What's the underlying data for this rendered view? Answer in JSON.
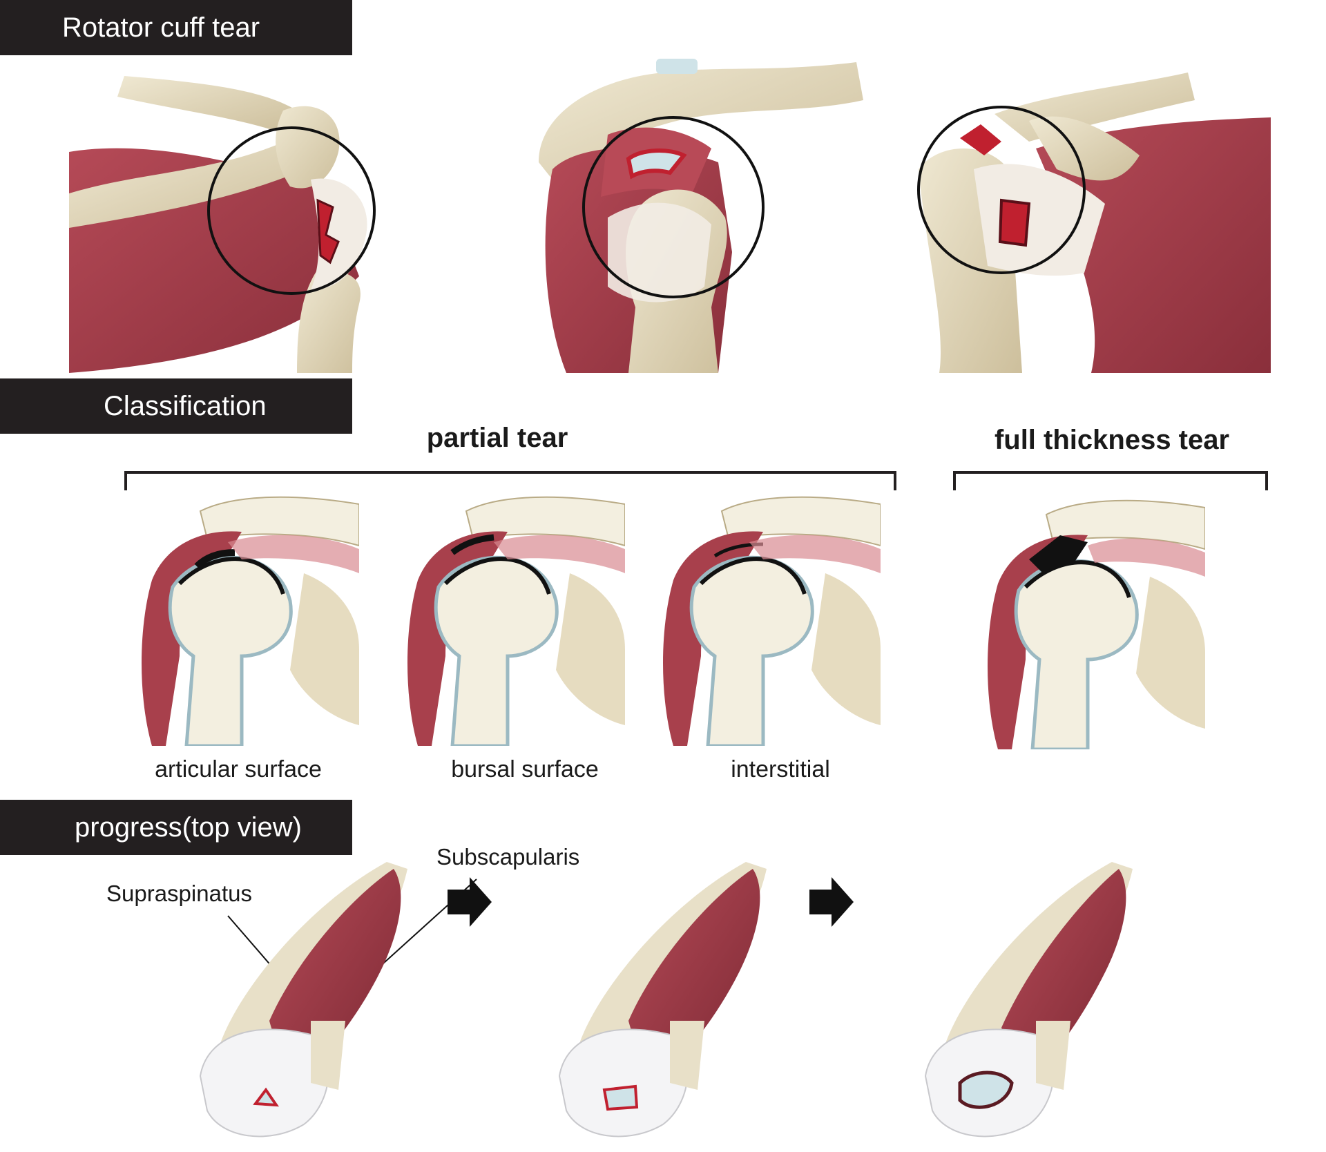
{
  "sections": {
    "rotator_cuff_tear": "Rotator cuff tear",
    "classification": "Classification",
    "progress_bold": "progress",
    "progress_light": "(top view)"
  },
  "classification": {
    "partial_title": "partial tear",
    "full_title": "full thickness tear",
    "captions": [
      "articular surface",
      "bursal surface",
      "interstitial"
    ]
  },
  "progress": {
    "labels": {
      "supraspinatus": "Supraspinatus",
      "subscapularis": "Subscapularis"
    }
  },
  "colors": {
    "muscle": "#a8404c",
    "muscle_dark": "#7e2a35",
    "bone": "#e8e0c8",
    "bone_shade": "#cfc4a4",
    "cartilage": "#cfe3e8",
    "tear_red": "#c0202f",
    "bar": "#231f20"
  },
  "icons": [
    "magnifier-circle",
    "right-arrow"
  ]
}
